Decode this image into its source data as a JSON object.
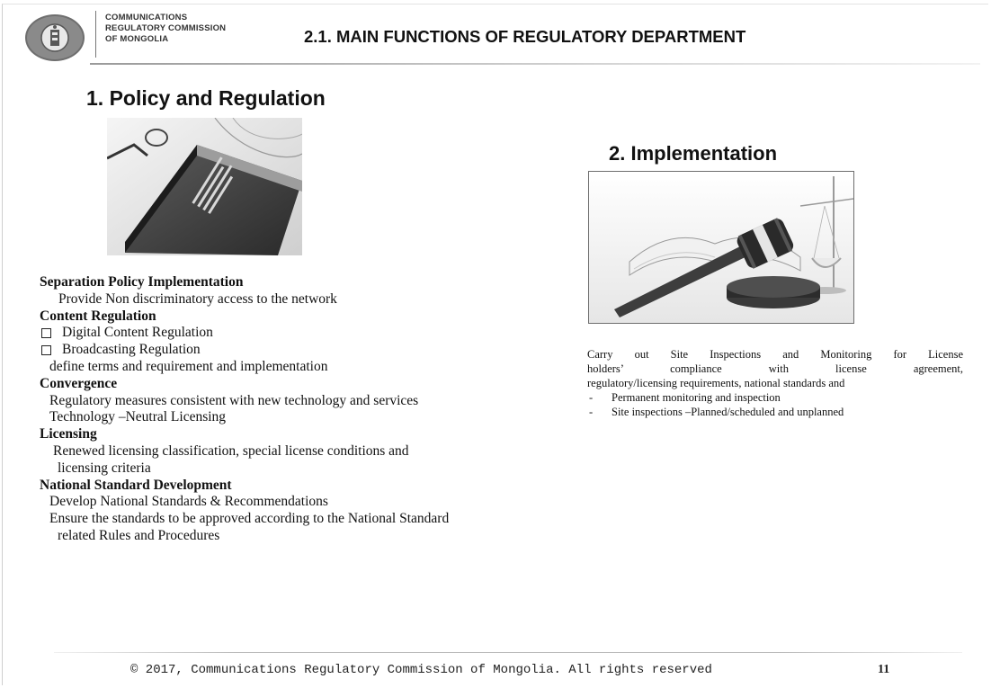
{
  "header": {
    "org_name": [
      "COMMUNICATIONS",
      "REGULATORY COMMISSION",
      "OF MONGOLIA"
    ],
    "title": "2.1. MAIN FUNCTIONS OF REGULATORY DEPARTMENT",
    "logo_icon": "crc-mongolia-emblem-icon"
  },
  "left": {
    "heading": "1. Policy and Regulation",
    "image_icon": "law-book-icon",
    "lines": {
      "separation_heading": "Separation Policy Implementation",
      "separation_text": "Provide Non discriminatory access to the network",
      "content_heading": "Content Regulation",
      "content_items": [
        "Digital Content Regulation",
        "Broadcasting Regulation"
      ],
      "content_text": "define terms and requirement and implementation",
      "convergence_heading": "Convergence",
      "convergence_text_1": "Regulatory measures consistent with new technology and services",
      "convergence_text_2": "Technology –Neutral Licensing",
      "licensing_heading": "Licensing",
      "licensing_text_1": "Renewed licensing classification, special license conditions and",
      "licensing_text_2": "licensing criteria",
      "standard_heading": "National Standard Development",
      "standard_text_1": "Develop National Standards & Recommendations",
      "standard_text_2": "Ensure the standards  to be approved according to the National Standard",
      "standard_text_3": "related Rules and Procedures"
    }
  },
  "right": {
    "heading": "2. Implementation",
    "image_icon": "gavel-and-scales-icon",
    "para_lines": [
      "Carry out Site Inspections and Monitoring for License",
      "holders’   compliance   with   license   agreement,",
      "regulatory/licensing requirements, national standards and"
    ],
    "bullets": [
      "Permanent monitoring and inspection",
      "Site inspections –Planned/scheduled and unplanned"
    ],
    "dash": "-"
  },
  "footer": {
    "copyright": "© 2017, Communications Regulatory Commission of Mongolia. All rights reserved",
    "page_number": "11"
  }
}
